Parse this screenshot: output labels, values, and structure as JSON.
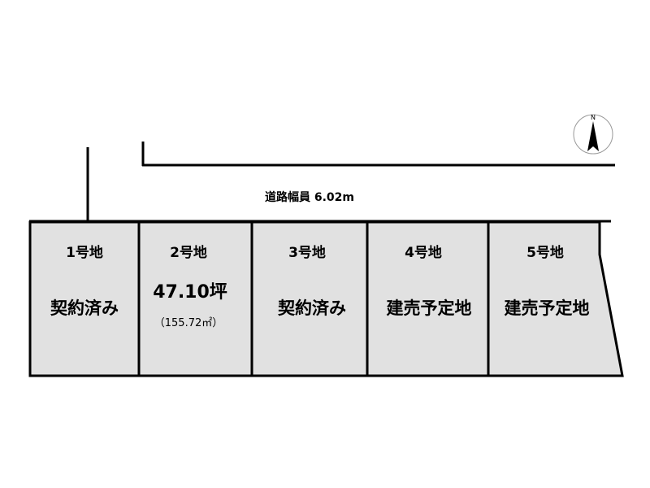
{
  "road": {
    "label": "道路幅員 6.02m"
  },
  "compass": {
    "north_label": "N"
  },
  "colors": {
    "lot_fill": "#e1e1e1",
    "line": "#000000",
    "background": "#ffffff"
  },
  "lots": [
    {
      "number": "1号地",
      "status": "契約済み"
    },
    {
      "number": "2号地",
      "area_tsubo": "47.10坪",
      "area_sqm": "（155.72㎡）"
    },
    {
      "number": "3号地",
      "status": "契約済み"
    },
    {
      "number": "4号地",
      "status": "建売予定地"
    },
    {
      "number": "5号地",
      "status": "建売予定地"
    }
  ]
}
